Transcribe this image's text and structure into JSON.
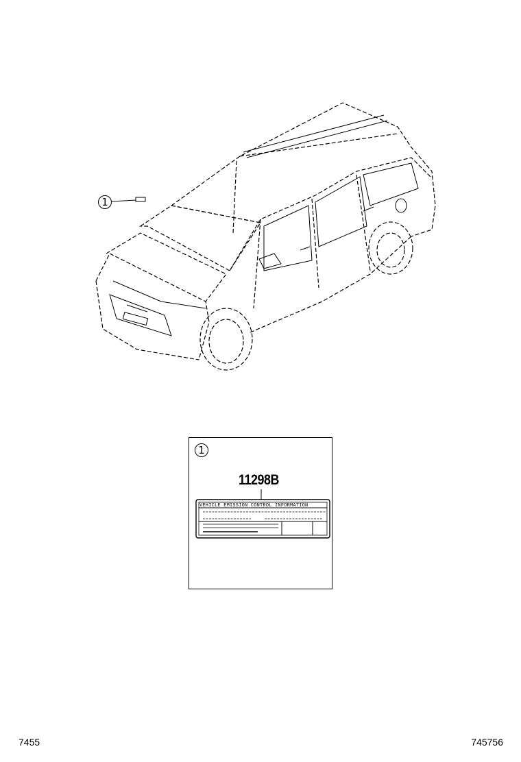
{
  "callout": {
    "number": "1"
  },
  "detail": {
    "part_number": "11298B",
    "label_title": "VEHICLE EMISSION CONTROL INFORMATION"
  },
  "footer": {
    "left_code": "7455",
    "right_code": "745756"
  }
}
